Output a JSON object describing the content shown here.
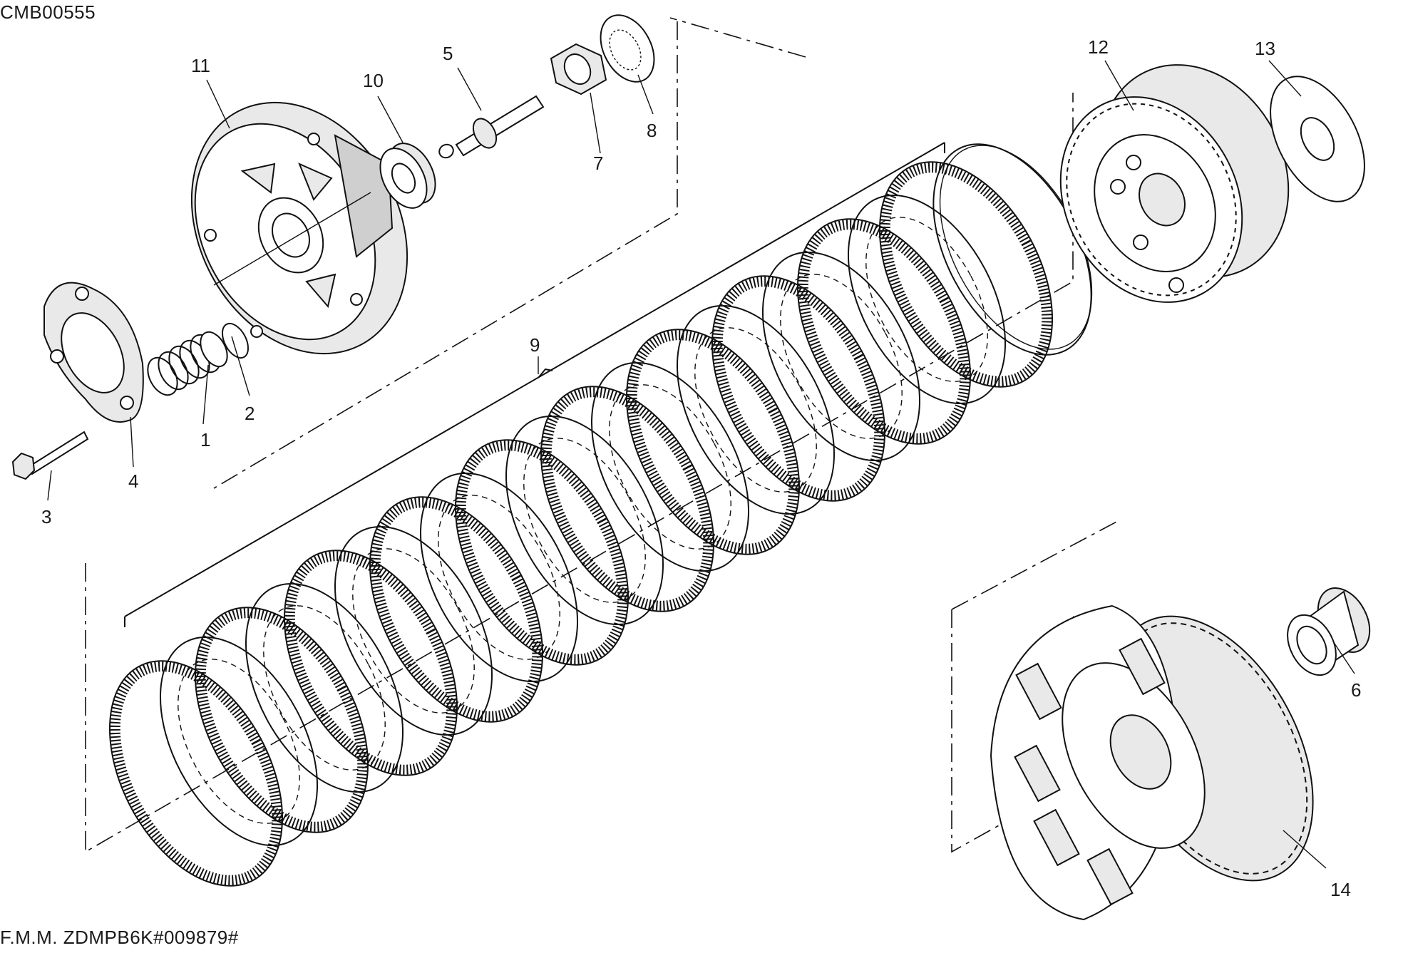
{
  "diagram": {
    "code_top": "CMB00555",
    "code_bottom": "F.M.M. ZDMPB6K#009879#",
    "callouts": [
      {
        "id": "c1",
        "label": "1"
      },
      {
        "id": "c2",
        "label": "2"
      },
      {
        "id": "c3",
        "label": "3"
      },
      {
        "id": "c4",
        "label": "4"
      },
      {
        "id": "c5",
        "label": "5"
      },
      {
        "id": "c6",
        "label": "6"
      },
      {
        "id": "c7",
        "label": "7"
      },
      {
        "id": "c8",
        "label": "8"
      },
      {
        "id": "c9",
        "label": "9"
      },
      {
        "id": "c10",
        "label": "10"
      },
      {
        "id": "c11",
        "label": "11"
      },
      {
        "id": "c12",
        "label": "12"
      },
      {
        "id": "c13",
        "label": "13"
      },
      {
        "id": "c14",
        "label": "14"
      }
    ]
  }
}
